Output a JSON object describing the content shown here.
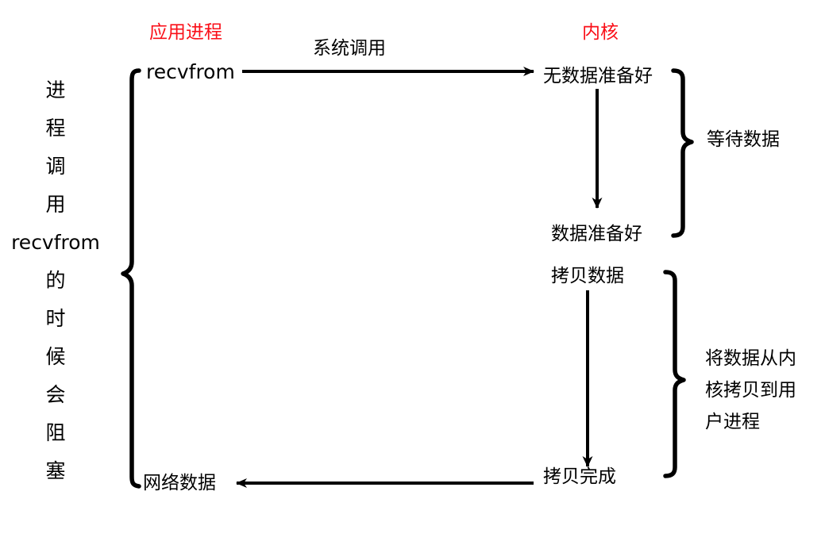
{
  "diagram": {
    "title_app": "应用进程",
    "title_kernel": "内核",
    "syscall_label": "系统调用",
    "left_caption_chars": [
      "进",
      "程",
      "调",
      "用",
      "recvfrom",
      "的",
      "时",
      "候",
      "会",
      "阻",
      "塞"
    ],
    "left_caption_text": "进程调用recvfrom的时候会阻塞",
    "nodes": {
      "recvfrom": "recvfrom",
      "no_data_ready": "无数据准备好",
      "data_ready": "数据准备好",
      "copy_data": "拷贝数据",
      "copy_done": "拷贝完成",
      "network_data": "网络数据"
    },
    "annotations": {
      "wait_data": "等待数据",
      "copy_to_user_lines": [
        "将数据从内",
        "核拷贝到用",
        "户进程"
      ]
    },
    "colors": {
      "accent_red": "#fa0f18",
      "stroke": "#000000",
      "background": "#ffffff"
    }
  }
}
